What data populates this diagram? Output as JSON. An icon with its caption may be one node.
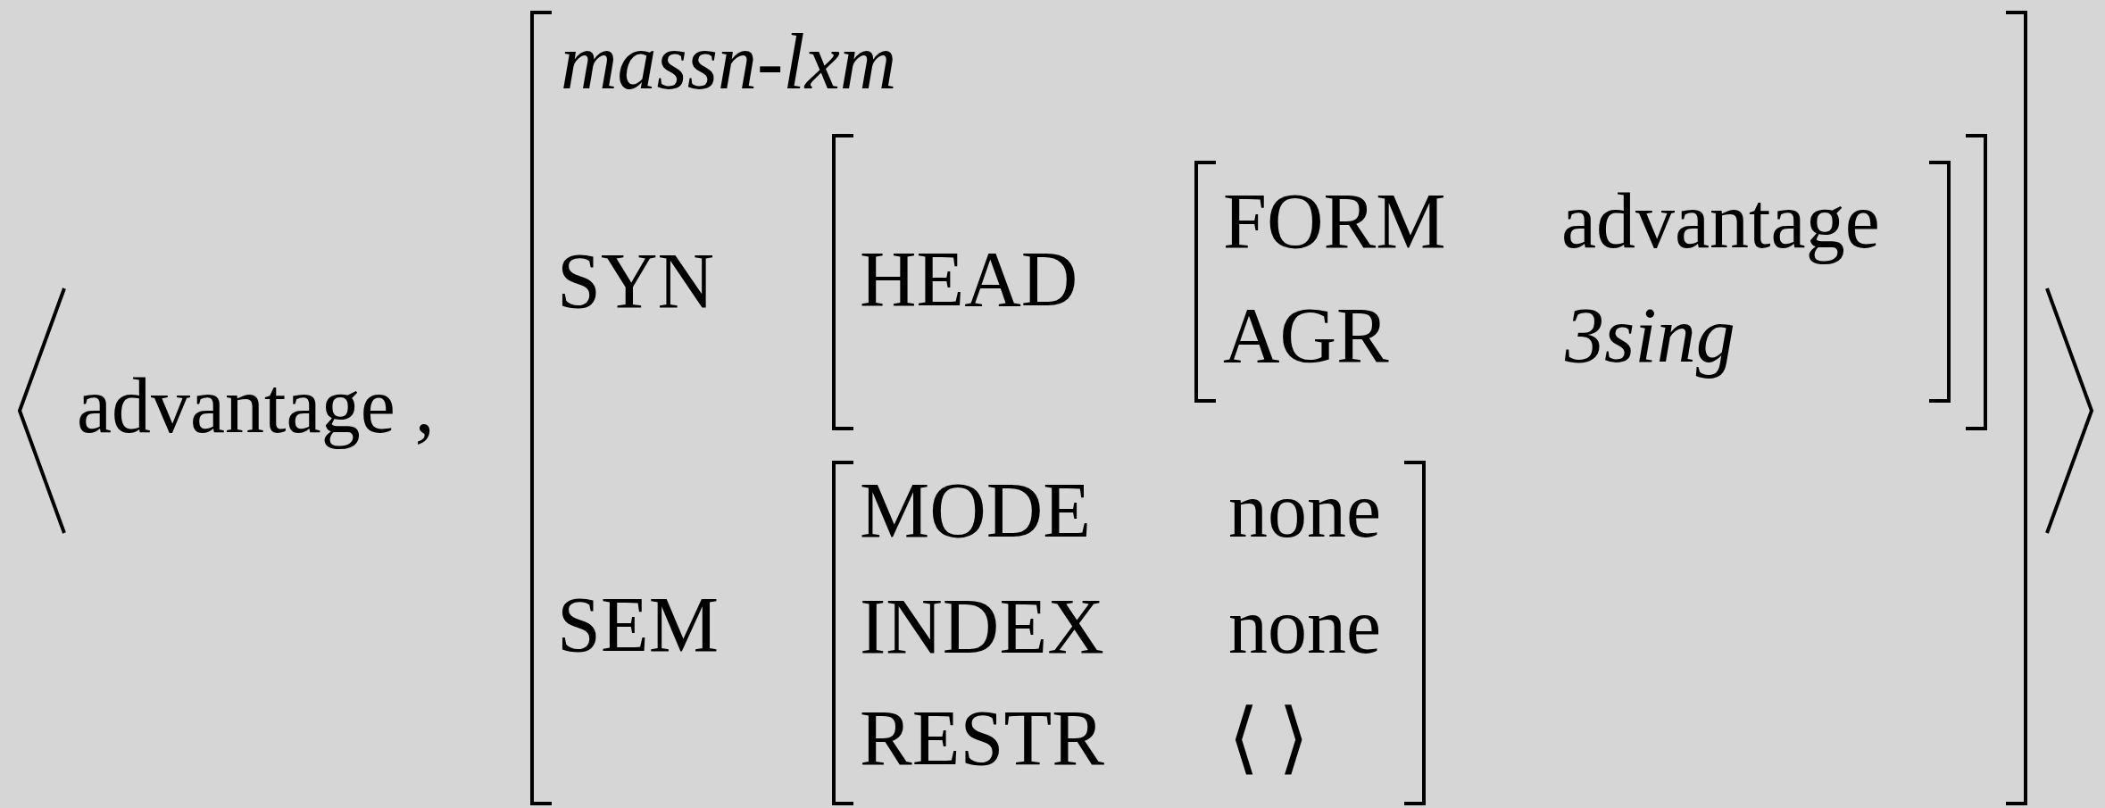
{
  "diagram": {
    "nodes": [
      {
        "text": [
          "massn-lxm",
          "SYN",
          "SEM"
        ]
      },
      {
        "text": [
          "HEAD"
        ],
        "in": 0
      },
      {
        "text": [
          "FORM",
          "advantage",
          "AGR",
          "3sing"
        ],
        "in": 1
      },
      {
        "text": [
          "MODE",
          "none",
          "INDEX",
          "none",
          "RESTR",
          "⟨ ⟩"
        ],
        "in": 0
      }
    ],
    "labels": [
      "advantage ,"
    ]
  }
}
